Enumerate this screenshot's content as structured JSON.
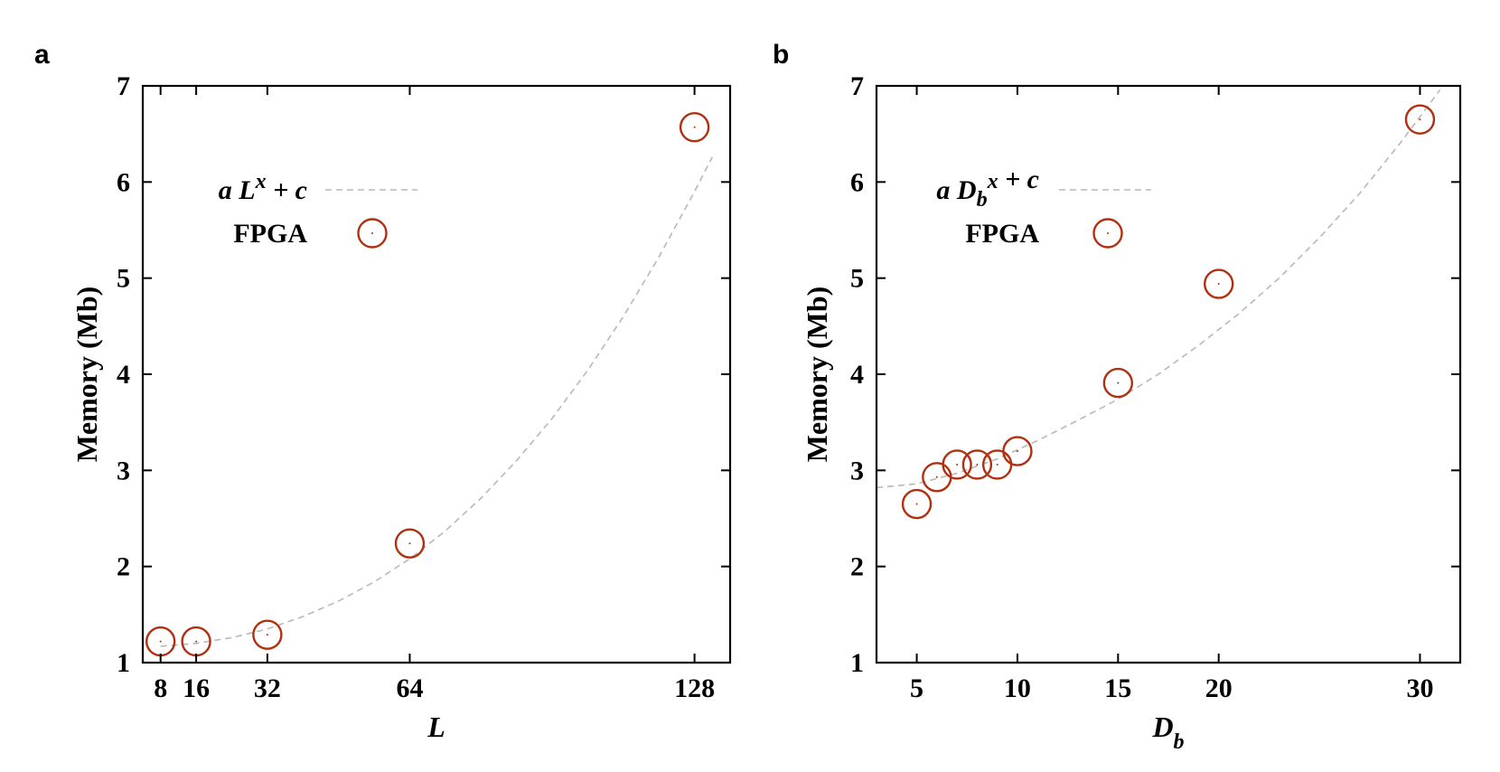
{
  "chart_data": [
    {
      "panel_label": "a",
      "type": "scatter",
      "xlabel": "L",
      "ylabel": "Memory (Mb)",
      "xlim": [
        4,
        136
      ],
      "ylim": [
        1,
        7
      ],
      "xticks": [
        8,
        16,
        32,
        64,
        128
      ],
      "yticks": [
        1,
        2,
        3,
        4,
        5,
        6,
        7
      ],
      "grid": false,
      "legend_placement": "top-left",
      "legend": {
        "fit_label": "a L^x + c",
        "points_label": "FPGA"
      },
      "point_color": "#b03010",
      "fit_color": "#b8b8b8",
      "series": [
        {
          "name": "FPGA",
          "x": [
            8,
            16,
            32,
            64,
            128
          ],
          "y": [
            1.22,
            1.22,
            1.29,
            2.24,
            6.57
          ]
        }
      ],
      "fit": {
        "x": [
          8,
          16,
          24,
          32,
          40,
          48,
          56,
          64,
          72,
          80,
          88,
          96,
          104,
          112,
          120,
          128,
          132
        ],
        "y": [
          1.17,
          1.2,
          1.26,
          1.35,
          1.48,
          1.64,
          1.84,
          2.08,
          2.37,
          2.71,
          3.1,
          3.54,
          4.04,
          4.6,
          5.22,
          5.9,
          6.26
        ]
      }
    },
    {
      "panel_label": "b",
      "type": "scatter",
      "xlabel": "D_b",
      "ylabel": "Memory (Mb)",
      "xlim": [
        3,
        32
      ],
      "ylim": [
        1,
        7
      ],
      "xticks": [
        5,
        10,
        15,
        20,
        30
      ],
      "yticks": [
        1,
        2,
        3,
        4,
        5,
        6,
        7
      ],
      "grid": false,
      "legend_placement": "top-left",
      "legend": {
        "fit_label": "a D_b^x + c",
        "points_label": "FPGA"
      },
      "point_color": "#b03010",
      "fit_color": "#b8b8b8",
      "series": [
        {
          "name": "FPGA",
          "x": [
            5,
            6,
            7,
            8,
            9,
            10,
            15,
            20,
            30
          ],
          "y": [
            2.65,
            2.93,
            3.06,
            3.06,
            3.06,
            3.2,
            3.91,
            4.94,
            6.65
          ]
        }
      ],
      "fit": {
        "x": [
          3,
          5,
          7,
          9,
          11,
          13,
          15,
          17,
          19,
          21,
          23,
          25,
          27,
          29,
          31
        ],
        "y": [
          2.82,
          2.86,
          2.97,
          3.12,
          3.31,
          3.52,
          3.74,
          4.0,
          4.3,
          4.63,
          5.0,
          5.42,
          5.88,
          6.4,
          6.96
        ]
      }
    }
  ]
}
